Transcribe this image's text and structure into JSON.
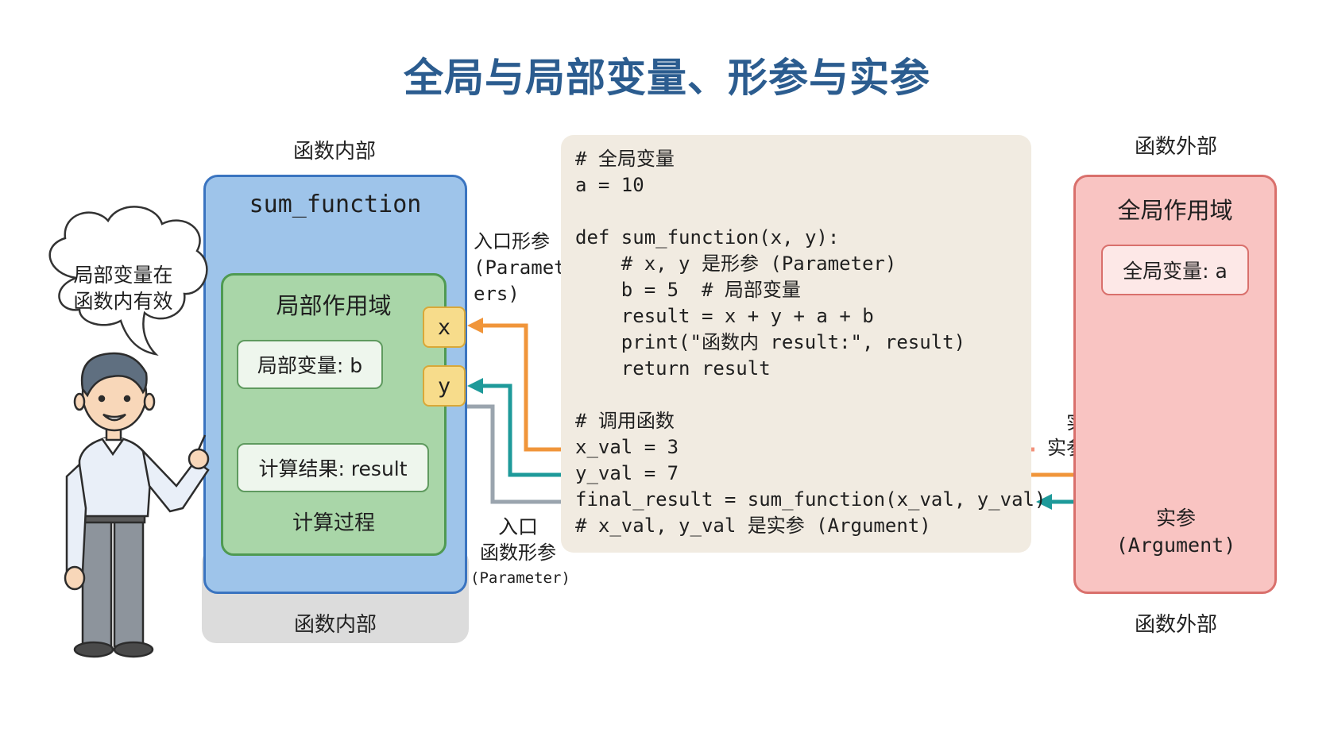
{
  "title": "全局与局部变量、形参与实参",
  "left": {
    "top_label": "函数内部",
    "function_name": "sum_function",
    "local_scope_label": "局部作用域",
    "local_var": "局部变量: b",
    "result_var": "计算结果: result",
    "process_label": "计算过程",
    "bottom_label": "函数内部",
    "param_x": "x",
    "param_y": "y"
  },
  "speech_bubble": {
    "line1": "局部变量在",
    "line2": "函数内有效"
  },
  "annotations": {
    "entry_top_line1": "入口形参",
    "entry_top_line2": "(Paramet",
    "entry_top_line3": "ers)",
    "entry_bottom_line1": "入口",
    "entry_bottom_line2": "函数形参",
    "entry_bottom_line3": "(Parameter)",
    "arg_pass_line1": "实参传入",
    "arg_pass_line2": "实参传入过程"
  },
  "code": {
    "lines": [
      "# 全局变量",
      "a = 10",
      "",
      "def sum_function(x, y):",
      "    # x, y 是形参 (Parameter)",
      "    b = 5  # 局部变量",
      "    result = x + y + a + b",
      "    print(\"函数内 result:\", result)",
      "    return result",
      "",
      "# 调用函数",
      "x_val = 3",
      "y_val = 7",
      "final_result = sum_function(x_val, y_val)",
      "# x_val, y_val 是实参 (Argument)"
    ]
  },
  "right": {
    "top_label": "函数外部",
    "global_scope_label": "全局作用域",
    "global_var": "全局变量: a",
    "argument_line1": "实参",
    "argument_line2": "(Argument)",
    "bottom_label": "函数外部"
  },
  "colors": {
    "title": "#2b5c8f",
    "orange_arrow": "#f0953a",
    "teal_arrow": "#1e9a9a",
    "salmon_arrow": "#f2907a",
    "gray_arrow": "#9aa4ae"
  }
}
